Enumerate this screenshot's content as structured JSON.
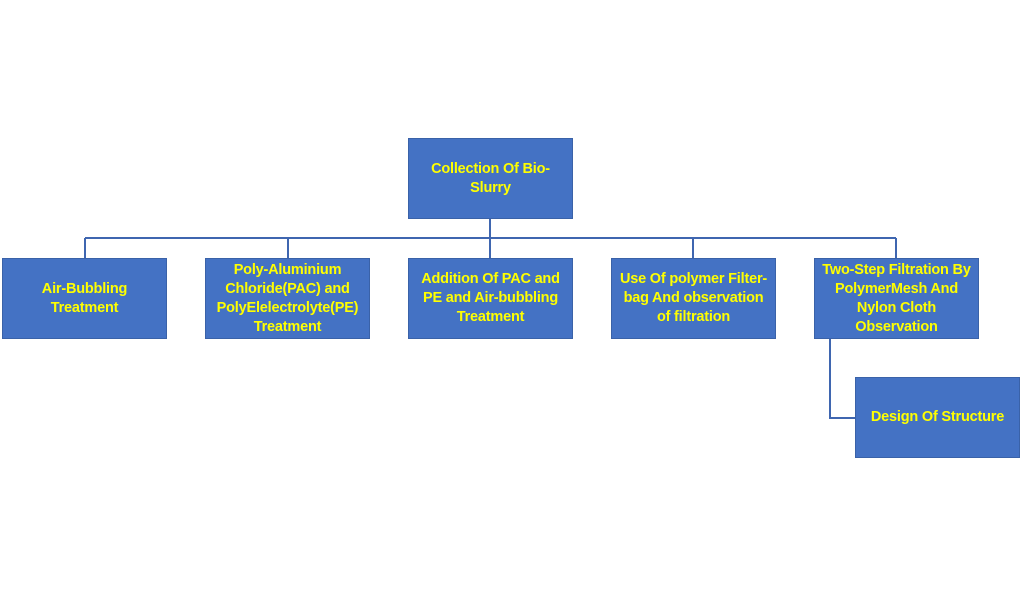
{
  "diagram": {
    "root": {
      "label": "Collection Of Bio-Slurry"
    },
    "children": [
      {
        "label": "Air-Bubbling Treatment"
      },
      {
        "label": "Poly-Aluminium Chloride(PAC) and PolyElelectrolyte(PE) Treatment"
      },
      {
        "label": "Addition Of PAC and PE and Air-bubbling Treatment"
      },
      {
        "label": "Use Of polymer Filter-bag And observation of filtration"
      },
      {
        "label": "Two-Step Filtration By PolymerMesh And Nylon Cloth Observation"
      }
    ],
    "sub_child": {
      "label": "Design Of Structure"
    }
  },
  "colors": {
    "box_fill": "#4472c4",
    "box_text": "#ffff00",
    "connector": "#3f66b0"
  }
}
